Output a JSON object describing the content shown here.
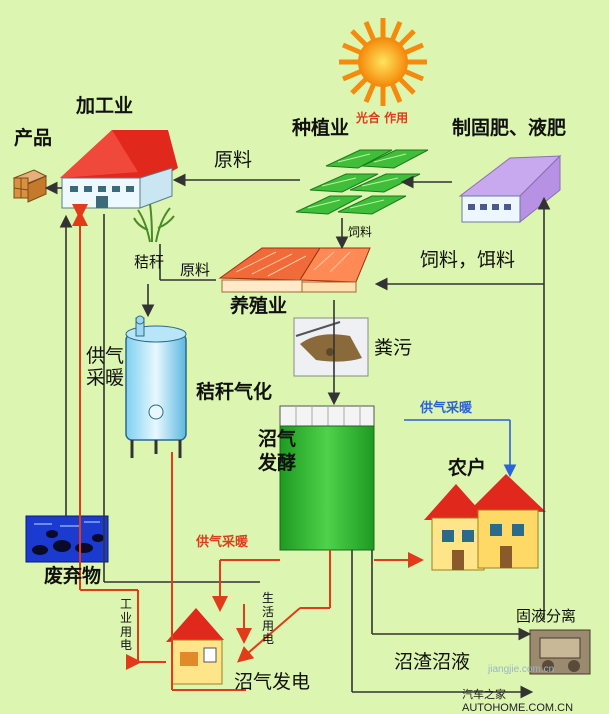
{
  "labels": {
    "product": "产品",
    "processing": "加工业",
    "planting": "种植业",
    "photosynthesis": "光合 作用",
    "fertilizer_plant": "制固肥、液肥",
    "raw_material_top": "原料",
    "feed_small": "饲料",
    "feed_bait": "饲料，饵料",
    "straw": "秸秆",
    "raw_material_mid": "原料",
    "breeding": "养殖业",
    "manure": "粪污",
    "heating_left": "供气\n采暖",
    "straw_gasification": "秸秆气化",
    "heating_right": "供气采暖",
    "biogas_digester": "沼气\n发酵",
    "farmer": "农户",
    "heating_middle": "供气采暖",
    "waste": "废弃物",
    "industrial_power": "工\n业\n用\n电",
    "domestic_power": "生\n活\n用\n电",
    "solid_liquid_separation": "固液分离",
    "residue_liquid": "沼渣沼液",
    "biogas_power": "沼气发电"
  },
  "watermark": {
    "text": "汽车之家 AUTOHOME.COM.CN",
    "faint": "jiangjie.com.cn"
  },
  "colors": {
    "background": "#dcf5b0",
    "arrow_black": "#333333",
    "arrow_red": "#e23b1a",
    "arrow_blue": "#2a63d6",
    "roof_red": "#e0281c",
    "digester_green": "#2aa82a",
    "sun": "#f58a0c"
  }
}
